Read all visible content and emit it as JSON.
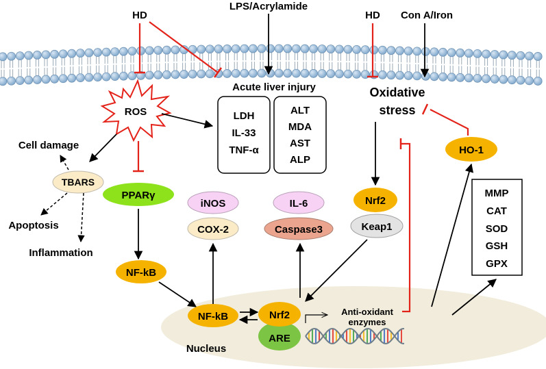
{
  "inputs": {
    "hd_left": "HD",
    "lps": "LPS/Acrylamide",
    "hd_right": "HD",
    "con_a": "Con A/Iron"
  },
  "ros": "ROS",
  "acute_liver_injury": {
    "title": "Acute liver injury",
    "box1": [
      "LDH",
      "IL-33",
      "TNF-α"
    ],
    "box2": [
      "ALT",
      "MDA",
      "AST",
      "ALP"
    ]
  },
  "oxidative_stress": [
    "Oxidative",
    "stress"
  ],
  "cell_damage": "Cell damage",
  "tbars": "TBARS",
  "ppar": "PPARγ",
  "apoptosis": "Apoptosis",
  "inflammation": "Inflammation",
  "nfkb_cyto": "NF-kB",
  "inos": "iNOS",
  "cox2": "COX-2",
  "il6": "IL-6",
  "caspase3": "Caspase3",
  "nrf2_cyto": "Nrf2",
  "keap1": "Keap1",
  "ho1": "HO-1",
  "enzymes_box": [
    "MMP",
    "CAT",
    "SOD",
    "GSH",
    "GPX"
  ],
  "nucleus": {
    "label": "Nucleus",
    "nfkb": "NF-kB",
    "nrf2": "Nrf2",
    "are": "ARE",
    "antioxidant": [
      "Anti-oxidant",
      "enzymes"
    ]
  },
  "colors": {
    "inhibit": "#e32219",
    "gold": "#f5b300",
    "lime": "#8ee21b",
    "pink": "#f7d2f5",
    "cream": "#fbebc7",
    "salmon": "#eba58e",
    "gray": "#e3e3e3",
    "green": "#7cc443",
    "tbars_fill": "#fbebc7",
    "nucleus_fill": "#f1ecdb",
    "membrane": "#8fb5d6"
  }
}
